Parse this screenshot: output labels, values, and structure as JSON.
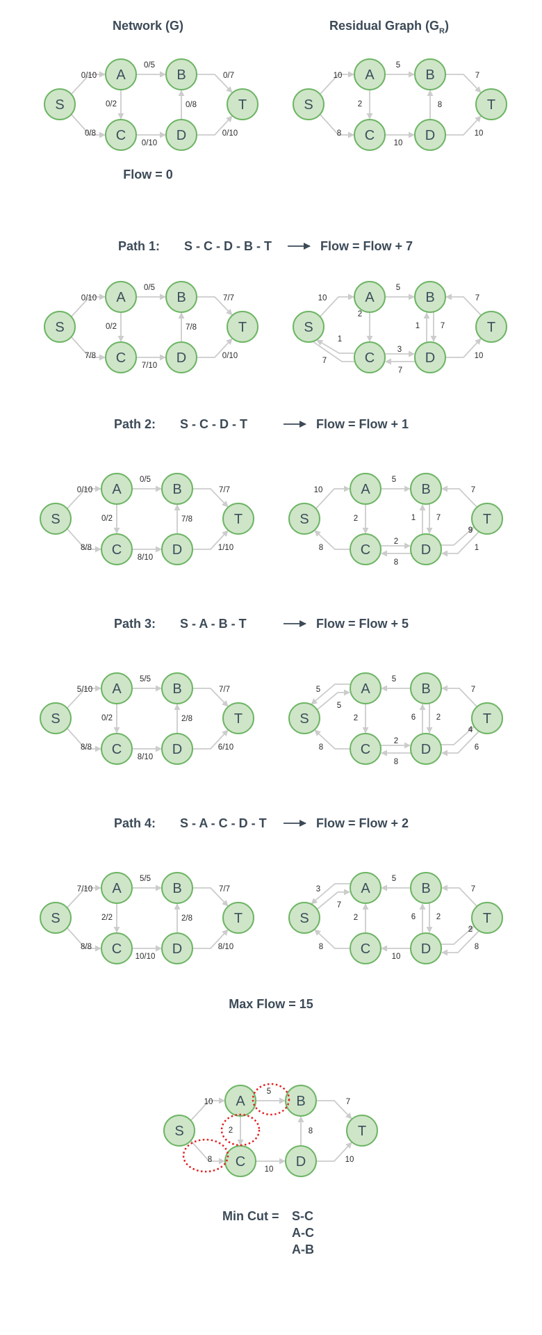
{
  "headings": {
    "network": "Network (G)",
    "residual": "Residual Graph (G",
    "residual_sub": "R",
    "residual_close": ")"
  },
  "initial": {
    "flow_label": "Flow = 0",
    "network_edges": [
      "0/10",
      "0/8",
      "0/5",
      "0/2",
      "0/10",
      "0/8",
      "0/7",
      "0/10"
    ],
    "residual_edges": [
      "10",
      "8",
      "5",
      "2",
      "10",
      "8",
      "7",
      "10"
    ]
  },
  "paths": [
    {
      "label": "Path 1:",
      "path": "S - C - D - B - T",
      "update": "Flow = Flow + 7",
      "network_edges": [
        "0/10",
        "7/8",
        "0/5",
        "0/2",
        "7/10",
        "7/8",
        "7/7",
        "0/10"
      ],
      "residual_labels": [
        "10",
        "1",
        "7",
        "5",
        "2",
        "3",
        "7",
        "1",
        "7",
        "7",
        "10"
      ]
    },
    {
      "label": "Path 2:",
      "path": "S - C - D - T",
      "update": "Flow = Flow + 1",
      "network_edges": [
        "0/10",
        "8/8",
        "0/5",
        "0/2",
        "8/10",
        "7/8",
        "7/7",
        "1/10"
      ],
      "residual_labels": [
        "10",
        "8",
        "5",
        "2",
        "2",
        "8",
        "1",
        "7",
        "7",
        "9",
        "1"
      ]
    },
    {
      "label": "Path 3:",
      "path": "S - A - B - T",
      "update": "Flow = Flow + 5",
      "network_edges": [
        "5/10",
        "8/8",
        "5/5",
        "0/2",
        "8/10",
        "2/8",
        "7/7",
        "6/10"
      ],
      "residual_labels": [
        "5",
        "5",
        "8",
        "5",
        "2",
        "2",
        "8",
        "6",
        "2",
        "7",
        "4",
        "6"
      ]
    },
    {
      "label": "Path 4:",
      "path": "S - A - C - D - T",
      "update": "Flow = Flow + 2",
      "network_edges": [
        "7/10",
        "8/8",
        "5/5",
        "2/2",
        "10/10",
        "2/8",
        "7/7",
        "8/10"
      ],
      "residual_labels": [
        "3",
        "7",
        "8",
        "5",
        "2",
        "10",
        "6",
        "2",
        "7",
        "2",
        "8"
      ]
    }
  ],
  "max_flow": "Max Flow = 15",
  "min_cut_graph_edges": [
    "10",
    "8",
    "5",
    "2",
    "10",
    "8",
    "7",
    "10"
  ],
  "min_cut": {
    "label": "Min Cut =",
    "items": [
      "S-C",
      "A-C",
      "A-B"
    ]
  },
  "node_names": [
    "S",
    "A",
    "B",
    "C",
    "D",
    "T"
  ],
  "colors": {
    "node_fill": "#cfe5c8",
    "node_stroke": "#6db564",
    "edge": "#cccccc",
    "cut": "#e02020",
    "heading": "#3c4a57"
  }
}
